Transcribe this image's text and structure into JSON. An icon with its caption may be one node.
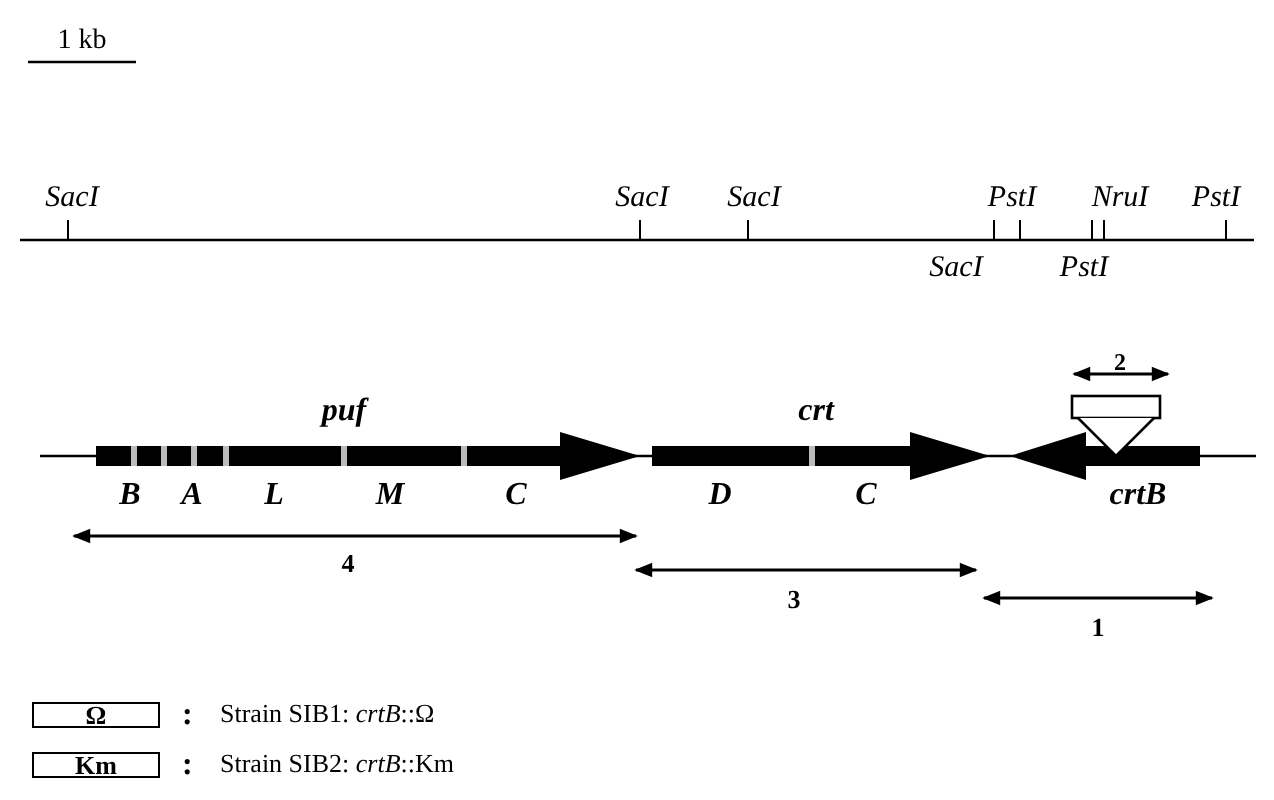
{
  "diagram": {
    "nodes": [
      {
        "text": [
          "Ω"
        ],
        "beside": [
          ":",
          "Strain SIB1: *crtB*::Ω"
        ]
      },
      {
        "text": [
          "Km"
        ],
        "beside": [
          ":",
          "Strain SIB2: *crtB*::Km"
        ]
      }
    ],
    "labels": [
      "1 kb",
      "SacI",
      "SacI",
      "SacI",
      "PstI",
      "NruI",
      "PstI",
      "SacI",
      "PstI",
      "2",
      "puf",
      "crt",
      "B",
      "A",
      "L",
      "M",
      "C",
      "D",
      "C",
      "crtB",
      "4",
      "3",
      "1"
    ]
  }
}
